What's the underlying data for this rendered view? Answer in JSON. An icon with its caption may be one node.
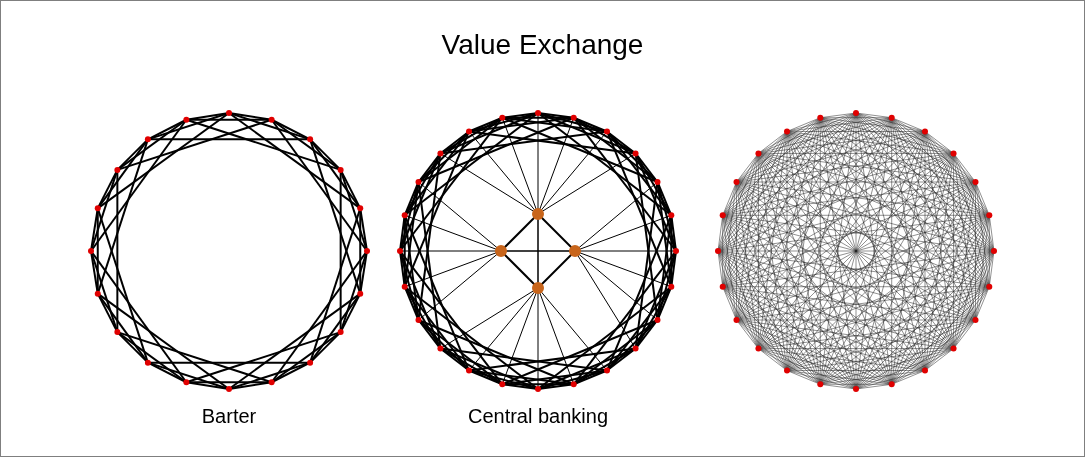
{
  "diagram": {
    "title": "Value Exchange",
    "labels": [
      "Barter",
      "Central banking"
    ]
  }
}
